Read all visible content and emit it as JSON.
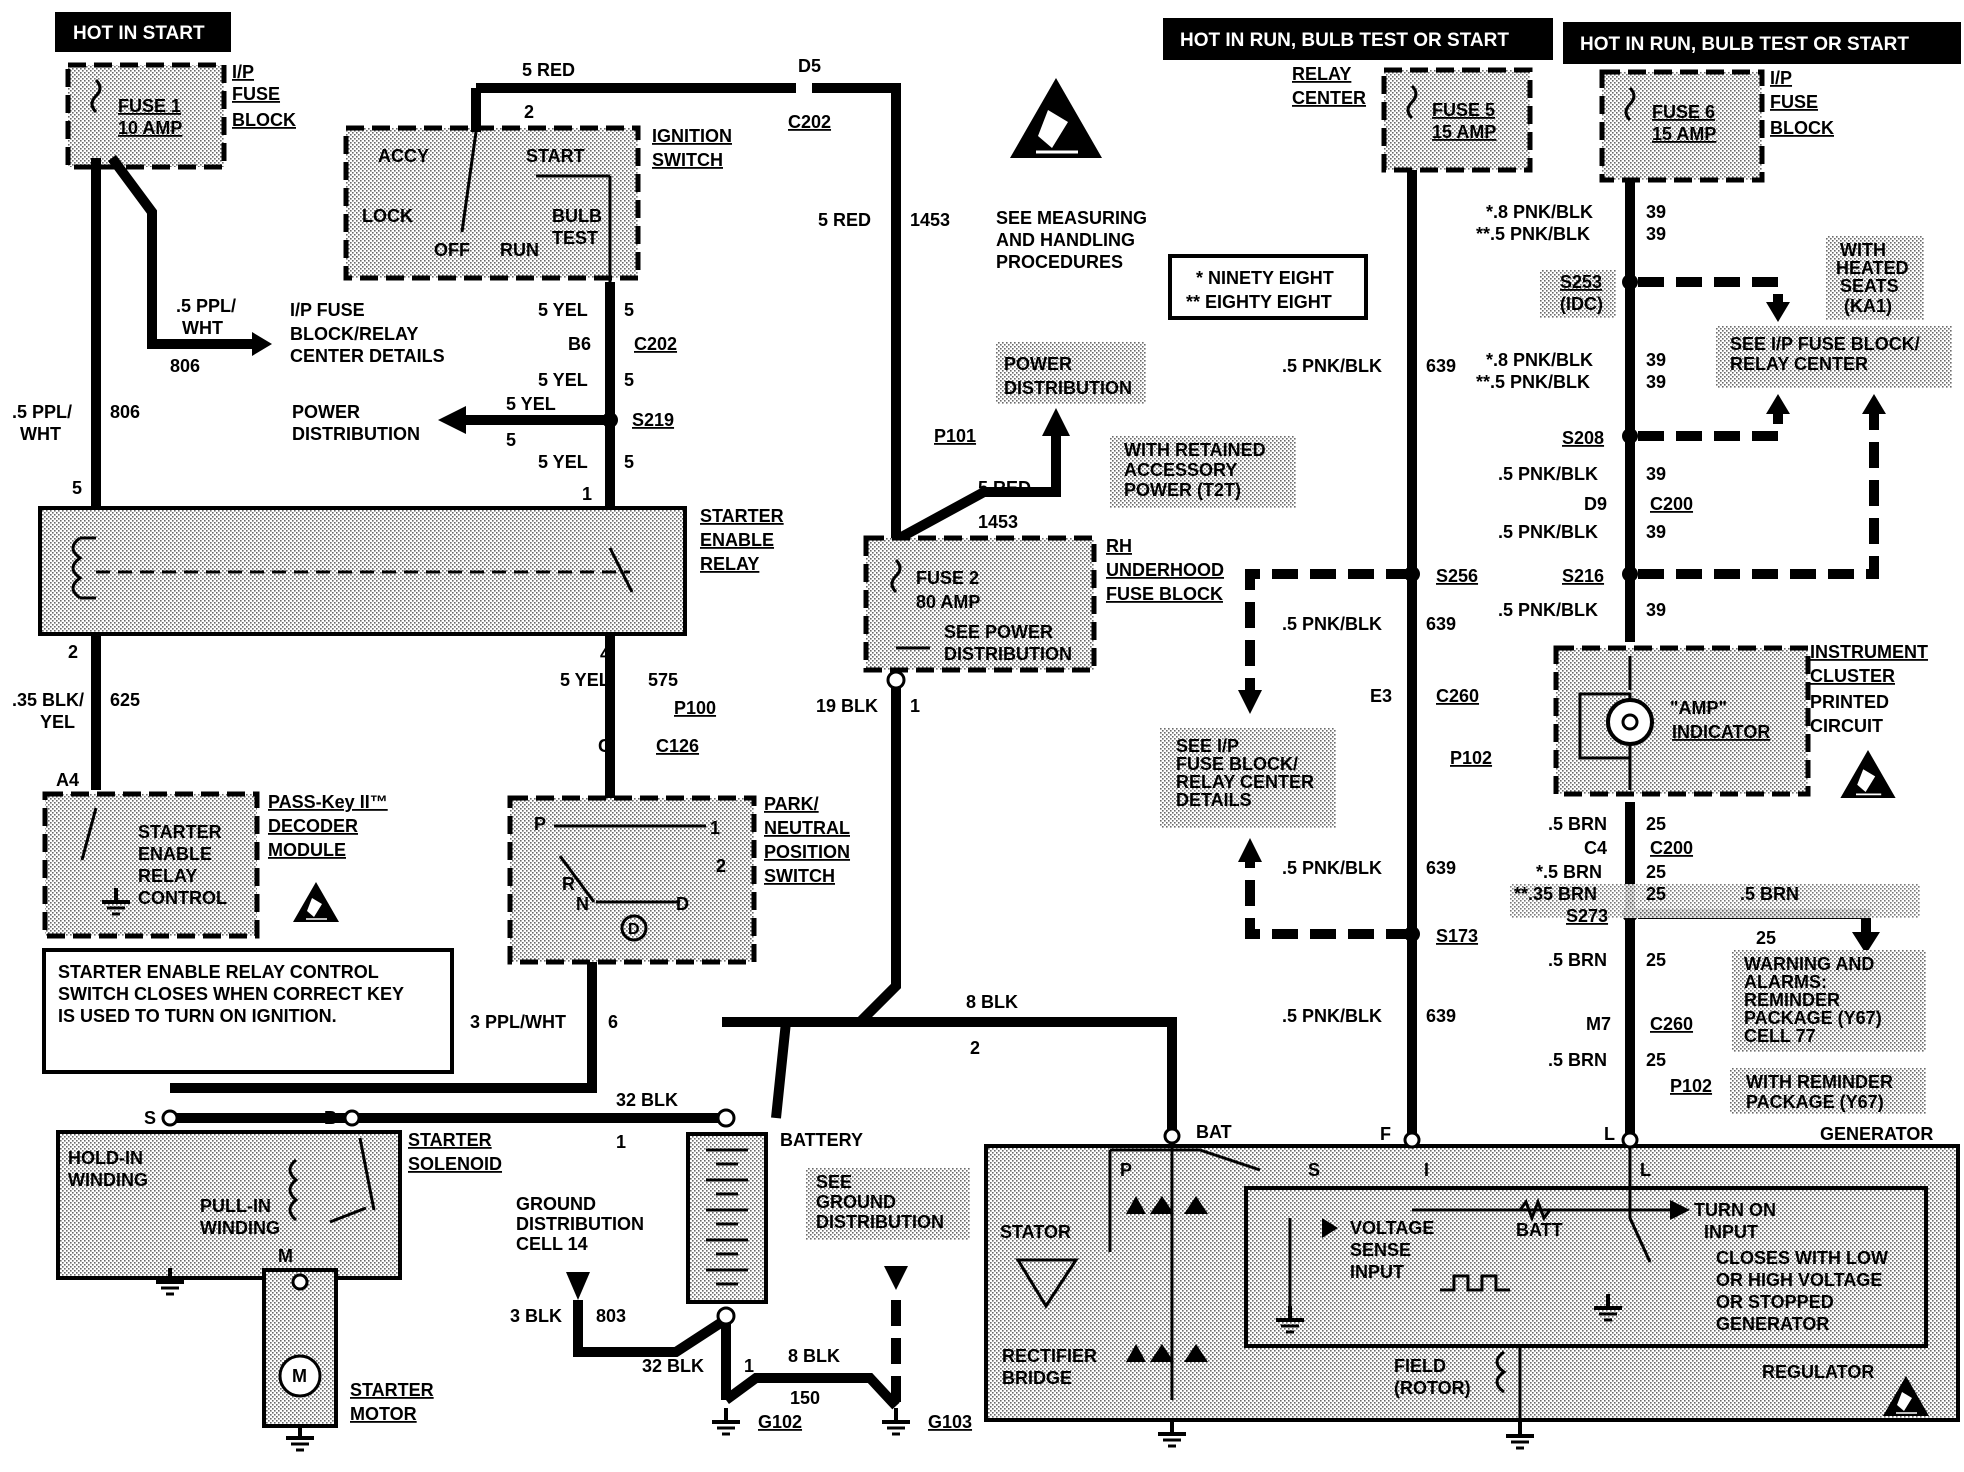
{
  "headers": {
    "hot_in_start": "HOT IN START",
    "hot_run_1": "HOT IN RUN, BULB TEST OR START",
    "hot_run_2": "HOT IN RUN, BULB TEST OR START"
  },
  "fuse1": {
    "title": "FUSE 1",
    "rating": "10 AMP",
    "block": [
      "I/P",
      "FUSE",
      "BLOCK"
    ]
  },
  "fuse5": {
    "title": "FUSE 5",
    "rating": "15 AMP",
    "block": [
      "RELAY",
      "CENTER"
    ]
  },
  "fuse6": {
    "title": "FUSE 6",
    "rating": "15 AMP",
    "block": [
      "I/P",
      "FUSE",
      "BLOCK"
    ]
  },
  "fuse2": {
    "title": "FUSE 2",
    "rating": "80 AMP",
    "note": [
      "SEE POWER",
      "DISTRIBUTION"
    ],
    "block": [
      "RH",
      "UNDERHOOD",
      "FUSE BLOCK"
    ]
  },
  "ignition": {
    "title": [
      "IGNITION",
      "SWITCH"
    ],
    "positions": [
      "ACCY",
      "START",
      "LOCK",
      "OFF",
      "RUN",
      "BULB",
      "TEST"
    ]
  },
  "esd_note": [
    "SEE MEASURING",
    "AND HANDLING",
    "PROCEDURES"
  ],
  "legend": {
    "ninety_eight": "*  NINETY EIGHT",
    "eighty_eight": "**  EIGHTY EIGHT"
  },
  "left_column": {
    "ppl_branch": [
      ".5 PPL/",
      "WHT",
      "806"
    ],
    "ip_fuse_details": [
      "I/P FUSE",
      "BLOCK/RELAY",
      "CENTER DETAILS"
    ],
    "ppl_main": [
      ".5 PPL/",
      "WHT",
      "806"
    ],
    "pin_5": "5",
    "pin_2": "2",
    "blk_yel": [
      ".35 BLK/",
      "YEL",
      "625"
    ],
    "pin_a4": "A4"
  },
  "starter_enable_relay": [
    "STARTER",
    "ENABLE",
    "RELAY"
  ],
  "passkey": {
    "title": [
      "PASS-Key II™",
      "DECODER",
      "MODULE"
    ],
    "inner": [
      "STARTER",
      "ENABLE",
      "RELAY",
      "CONTROL"
    ]
  },
  "passkey_note": [
    "STARTER ENABLE RELAY CONTROL",
    "SWITCH CLOSES WHEN CORRECT KEY",
    "IS USED TO TURN ON IGNITION."
  ],
  "yel_circuit": {
    "pin_2": "2",
    "yel_a": "5 YEL",
    "n_a": "5",
    "b6": "B6",
    "c202": "C202",
    "yel_b": "5 YEL",
    "n_b": "5",
    "s219": "S219",
    "yel_branch": "5 YEL",
    "n_branch": "5",
    "power_dist": [
      "POWER",
      "DISTRIBUTION"
    ],
    "yel_c": "5 YEL",
    "n_c": "5",
    "pin_1": "1",
    "pin_4": "4",
    "yel_d": "5 YEL",
    "n_d": "575",
    "p100": "P100",
    "g": "G",
    "c126": "C126"
  },
  "park_neutral": {
    "title": [
      "PARK/",
      "NEUTRAL",
      "POSITION",
      "SWITCH"
    ],
    "pins": [
      "P",
      "1",
      "2",
      "R",
      "N",
      "D",
      "D"
    ]
  },
  "ppl_wht": {
    "label": "3 PPL/WHT",
    "num": "6"
  },
  "red_circuit": {
    "top": "5 RED",
    "d5": "D5",
    "c202": "C202",
    "mid": "5 RED",
    "n_mid": "1453",
    "p101": "P101",
    "power_dist": [
      "POWER",
      "DISTRIBUTION"
    ],
    "branch": "5 RED",
    "n_branch": "1453",
    "retained": [
      "WITH RETAINED",
      "ACCESSORY",
      "POWER (T2T)"
    ]
  },
  "blk_circuit": {
    "blk19": "19 BLK",
    "n19": "1",
    "blk8": "8 BLK",
    "n8": "2",
    "blk32": "32 BLK",
    "n32": "1",
    "blk3": "3 BLK",
    "n3": "803",
    "blk32b": "32 BLK",
    "n32b": "1",
    "blk8b": "8 BLK",
    "n8b": "150"
  },
  "solenoid": {
    "title": [
      "STARTER",
      "SOLENOID"
    ],
    "s": "S",
    "b": "B",
    "m": "M",
    "hold": [
      "HOLD-IN",
      "WINDING"
    ],
    "pull": [
      "PULL-IN",
      "WINDING"
    ]
  },
  "motor": {
    "title": [
      "STARTER",
      "MOTOR"
    ],
    "m": "M"
  },
  "battery": {
    "title": "BATTERY"
  },
  "ground": {
    "dist14": [
      "GROUND",
      "DISTRIBUTION",
      "CELL 14"
    ],
    "see_dist": [
      "SEE",
      "GROUND",
      "DISTRIBUTION"
    ],
    "g102": "G102",
    "g103": "G103"
  },
  "pnk_639": {
    "w1": ".5 PNK/BLK",
    "n1": "639",
    "s256": "S256",
    "w2": ".5 PNK/BLK",
    "n2": "639",
    "e3": "E3",
    "c260": "C260",
    "p102": "P102",
    "w3": ".5 PNK/BLK",
    "n3": "639",
    "s173": "S173",
    "w4": ".5 PNK/BLK",
    "n4": "639",
    "see_ip": [
      "SEE I/P",
      "FUSE BLOCK/",
      "RELAY CENTER",
      "DETAILS"
    ],
    "f": "F"
  },
  "pnk_39": {
    "a1": "*.8 PNK/BLK",
    "an1": "39",
    "a2": "**.5 PNK/BLK",
    "an2": "39",
    "s253": "S253",
    "idc": "(IDC)",
    "heated": [
      "WITH",
      "HEATED",
      "SEATS",
      "(KA1)"
    ],
    "b1": "*.8 PNK/BLK",
    "bn1": "39",
    "b2": "**.5 PNK/BLK",
    "bn2": "39",
    "see_ip": [
      "SEE I/P FUSE BLOCK/",
      "RELAY CENTER"
    ],
    "s208": "S208",
    "c1": ".5 PNK/BLK",
    "cn1": "39",
    "d9": "D9",
    "c200": "C200",
    "c2": ".5 PNK/BLK",
    "cn2": "39",
    "s216": "S216",
    "c3": ".5 PNK/BLK",
    "cn3": "39"
  },
  "cluster": {
    "title": [
      "INSTRUMENT",
      "CLUSTER",
      "PRINTED",
      "CIRCUIT"
    ],
    "amp": [
      "\"AMP\"",
      "INDICATOR"
    ]
  },
  "brn_25": {
    "a": ".5 BRN",
    "an": "25",
    "c4": "C4",
    "c200": "C200",
    "b": "*.5 BRN",
    "bn": "25",
    "c": "**.35 BRN",
    "cn": "25",
    "s273": "S273",
    "branch": ".5 BRN",
    "branch_n": "25",
    "warning": [
      "WARNING AND",
      "ALARMS:",
      "REMINDER",
      "PACKAGE (Y67)",
      "CELL 77"
    ],
    "d": ".5 BRN",
    "dn": "25",
    "m7": "M7",
    "c260": "C260",
    "e": ".5 BRN",
    "en": "25",
    "p102": "P102",
    "reminder": [
      "WITH REMINDER",
      "PACKAGE (Y67)"
    ],
    "l": "L"
  },
  "generator": {
    "title": "GENERATOR",
    "bat": "BAT",
    "pins": [
      "P",
      "S",
      "I",
      "L"
    ],
    "stator": "STATOR",
    "rectifier": [
      "RECTIFIER",
      "BRIDGE"
    ],
    "voltage": [
      "VOLTAGE",
      "SENSE",
      "INPUT"
    ],
    "batt": "BATT",
    "turn_on": [
      "TURN ON",
      "INPUT"
    ],
    "closes": [
      "CLOSES WITH LOW",
      "OR HIGH VOLTAGE",
      "OR STOPPED",
      "GENERATOR"
    ],
    "field": [
      "FIELD",
      "(ROTOR)"
    ],
    "regulator": "REGULATOR"
  },
  "icons": [
    "esd-warning-icon",
    "ground-symbol-icon",
    "fuse-icon",
    "coil-icon",
    "diode-icon",
    "motor-icon"
  ]
}
